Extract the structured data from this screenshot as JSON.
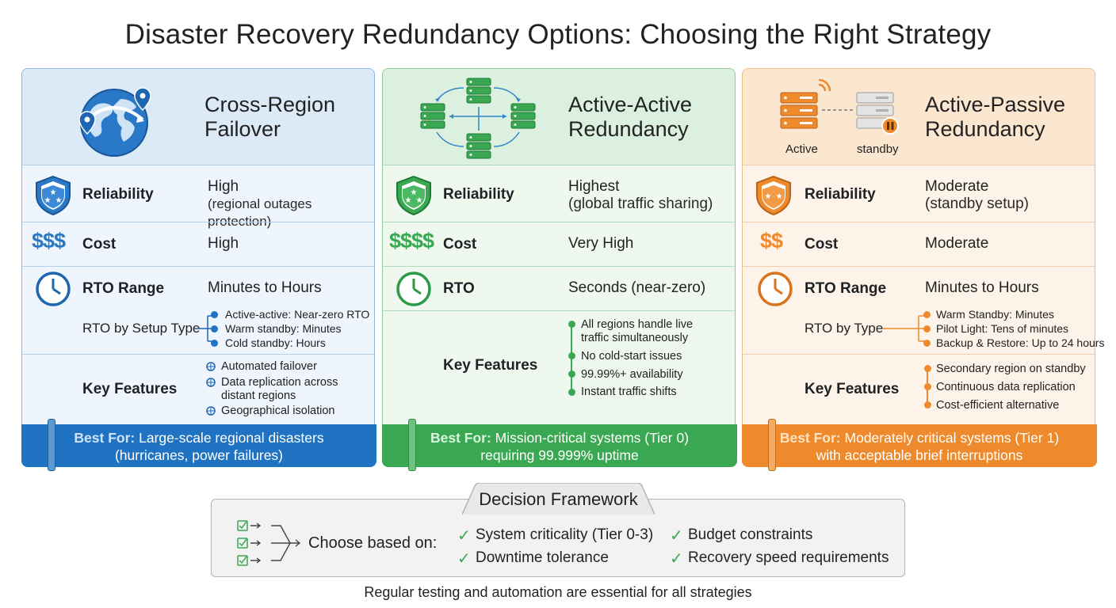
{
  "title": "Disaster Recovery Redundancy Options: Choosing the Right Strategy",
  "columns": [
    {
      "title_line1": "Cross-Region",
      "title_line2": "Failover",
      "accent": "#1f73c2",
      "reliability_label": "Reliability",
      "reliability_value": "High",
      "reliability_note": "(regional outages protection)",
      "cost_symbol": "$$$",
      "cost_label": "Cost",
      "cost_value": "High",
      "rto_label": "RTO Range",
      "rto_value": "Minutes to Hours",
      "rto_setup_label": "RTO by Setup Type",
      "rto_setup_items": [
        "Active-active: Near-zero RTO",
        "Warm standby: Minutes",
        "Cold standby: Hours"
      ],
      "features_label": "Key Features",
      "features": [
        "Automated failover",
        "Data replication across distant regions",
        "Geographical isolation"
      ],
      "best_for_label": "Best For:",
      "best_for_line1": "Large-scale regional disasters",
      "best_for_line2": "(hurricanes, power failures)"
    },
    {
      "title_line1": "Active-Active",
      "title_line2": "Redundancy",
      "accent": "#3aa852",
      "reliability_label": "Reliability",
      "reliability_value": "Highest",
      "reliability_note": "(global traffic sharing)",
      "cost_symbol": "$$$$",
      "cost_label": "Cost",
      "cost_value": "Very High",
      "rto_label": "RTO",
      "rto_value": "Seconds (near-zero)",
      "features_label": "Key Features",
      "features": [
        "All regions handle live traffic simultaneously",
        "No cold-start issues",
        "99.99%+ availability",
        "Instant traffic shifts"
      ],
      "best_for_label": "Best For:",
      "best_for_line1": "Mission-critical systems (Tier 0)",
      "best_for_line2": "requiring 99.999% uptime"
    },
    {
      "title_line1": "Active-Passive",
      "title_line2": "Redundancy",
      "accent": "#ef8a2c",
      "active_caption": "Active",
      "standby_caption": "standby",
      "reliability_label": "Reliability",
      "reliability_value": "Moderate",
      "reliability_note": "(standby setup)",
      "cost_symbol": "$$",
      "cost_label": "Cost",
      "cost_value": "Moderate",
      "rto_label": "RTO Range",
      "rto_value": "Minutes to Hours",
      "rto_setup_label": "RTO by Type",
      "rto_setup_items": [
        "Warm Standby: Minutes",
        "Pilot Light: Tens of minutes",
        "Backup & Restore: Up to 24 hours"
      ],
      "features_label": "Key Features",
      "features": [
        "Secondary region on standby",
        "Continuous data replication",
        "Cost-efficient alternative"
      ],
      "best_for_label": "Best For:",
      "best_for_line1": "Moderately critical systems (Tier 1)",
      "best_for_line2": "with acceptable brief interruptions"
    }
  ],
  "framework": {
    "title": "Decision Framework",
    "choose_label": "Choose based on:",
    "criteria": [
      "System criticality (Tier 0-3)",
      "Downtime tolerance",
      "Budget constraints",
      "Recovery speed requirements"
    ]
  },
  "footer": "Regular testing and automation are essential for all strategies"
}
